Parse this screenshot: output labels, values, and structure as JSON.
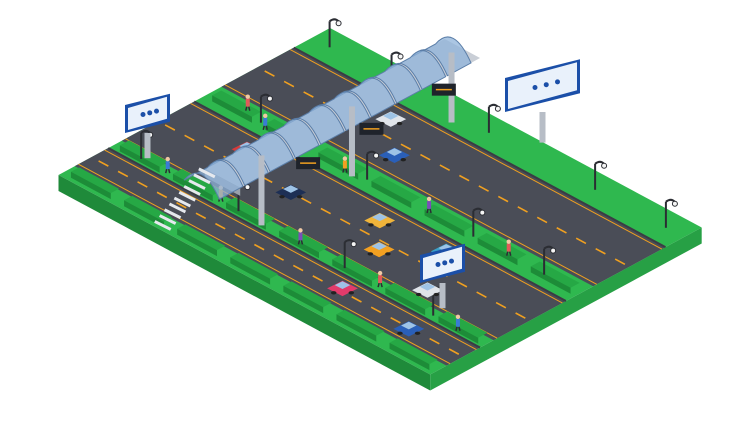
{
  "scene": {
    "description_visible_text": [],
    "palette": {
      "grass": "#2fb84f",
      "grass_side": "#1f8a3a",
      "road": "#4a4d57",
      "road_edge": "#3a3c44",
      "lane_line": "#f0a020",
      "bridge_glass": "#8fb3d9",
      "bridge_frame": "#c9ced6",
      "billboard": "#1b4fa8",
      "billboard_screen": "#e9f1fb",
      "hedge": "#26a845"
    },
    "icons": [
      "street-lamp",
      "billboard",
      "car",
      "pedestrian",
      "traffic-sign",
      "pedestrian-bridge"
    ]
  }
}
